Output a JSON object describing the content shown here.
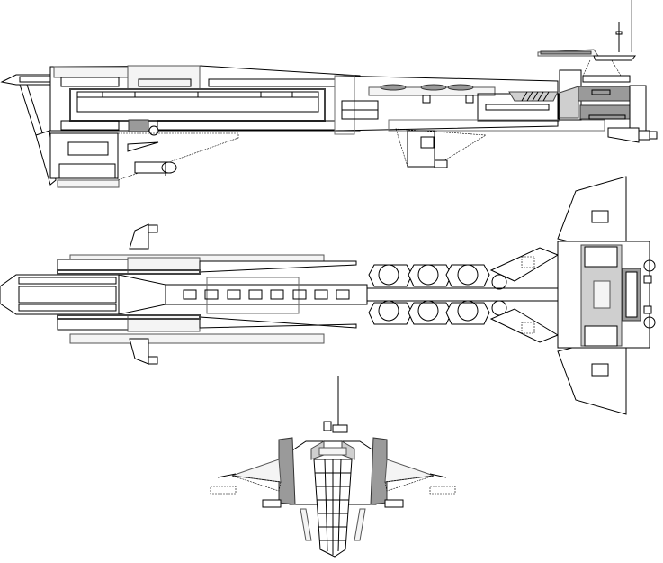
{
  "diagram": {
    "subject": "starship-schematic",
    "views": [
      {
        "id": "side-view"
      },
      {
        "id": "top-view"
      },
      {
        "id": "front-view"
      }
    ]
  },
  "colors": {
    "background": "#ffffff",
    "line": "#000000",
    "panel_light": "#f4f4f4",
    "panel_mid": "#cfcfcf",
    "panel_dark": "#9a9a9a",
    "accent_grey": "#6e6e6e"
  }
}
